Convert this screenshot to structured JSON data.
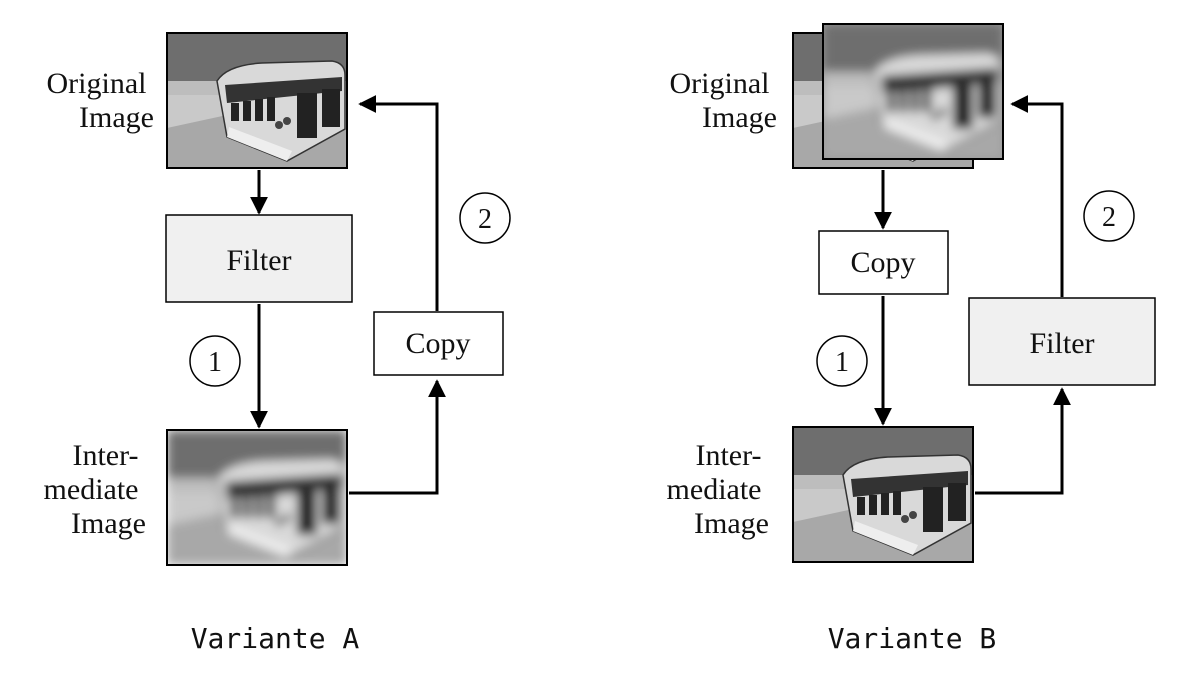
{
  "variant_a": {
    "caption": "Variante A",
    "original_label": [
      "Original",
      "Image"
    ],
    "intermediate_label": [
      "Inter-",
      "mediate",
      "Image"
    ],
    "filter_label": "Filter",
    "copy_label": "Copy",
    "step1": "1",
    "step2": "2"
  },
  "variant_b": {
    "caption": "Variante B",
    "original_label": [
      "Original",
      "Image"
    ],
    "intermediate_label": [
      "Inter-",
      "mediate",
      "Image"
    ],
    "filter_label": "Filter",
    "copy_label": "Copy",
    "step1": "1",
    "step2": "2"
  },
  "colors": {
    "filter_fill": "#f0f0f0",
    "copy_fill": "#ffffff",
    "stroke": "#000000"
  }
}
